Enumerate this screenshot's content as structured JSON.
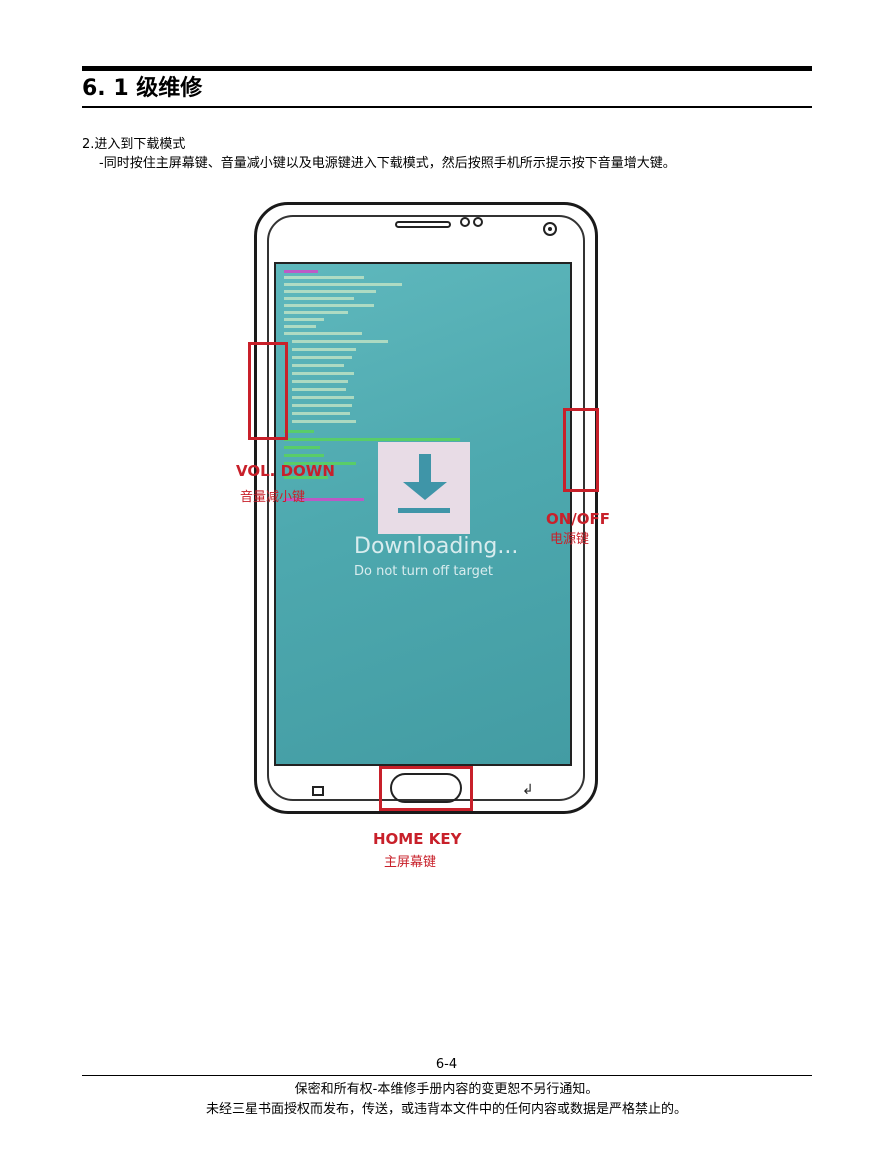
{
  "header": {
    "title": "6. 1 级维修"
  },
  "content": {
    "step": "2.进入到下载模式",
    "description": "-同时按住主屏幕键、音量减小键以及电源键进入下载模式，然后按照手机所示提示按下音量增大键。"
  },
  "figure": {
    "screen": {
      "line1": "Downloading...",
      "line2": "Do not turn off target"
    },
    "labels": {
      "vol_down_en": "VOL. DOWN",
      "vol_down_cn": "音量减小键",
      "on_off_en": "ON/OFF",
      "on_off_cn": "电源键",
      "home_en": "HOME KEY",
      "home_cn": "主屏幕键"
    },
    "colors": {
      "highlight": "#c8202a",
      "screen": "#4ea9af"
    },
    "icons": [
      "download-icon",
      "recent-apps-icon",
      "back-icon"
    ]
  },
  "footer": {
    "page": "6-4",
    "line1": "保密和所有权-本维修手册内容的变更恕不另行通知。",
    "line2": "未经三星书面授权而发布，传送，或违背本文件中的任何内容或数据是严格禁止的。"
  }
}
